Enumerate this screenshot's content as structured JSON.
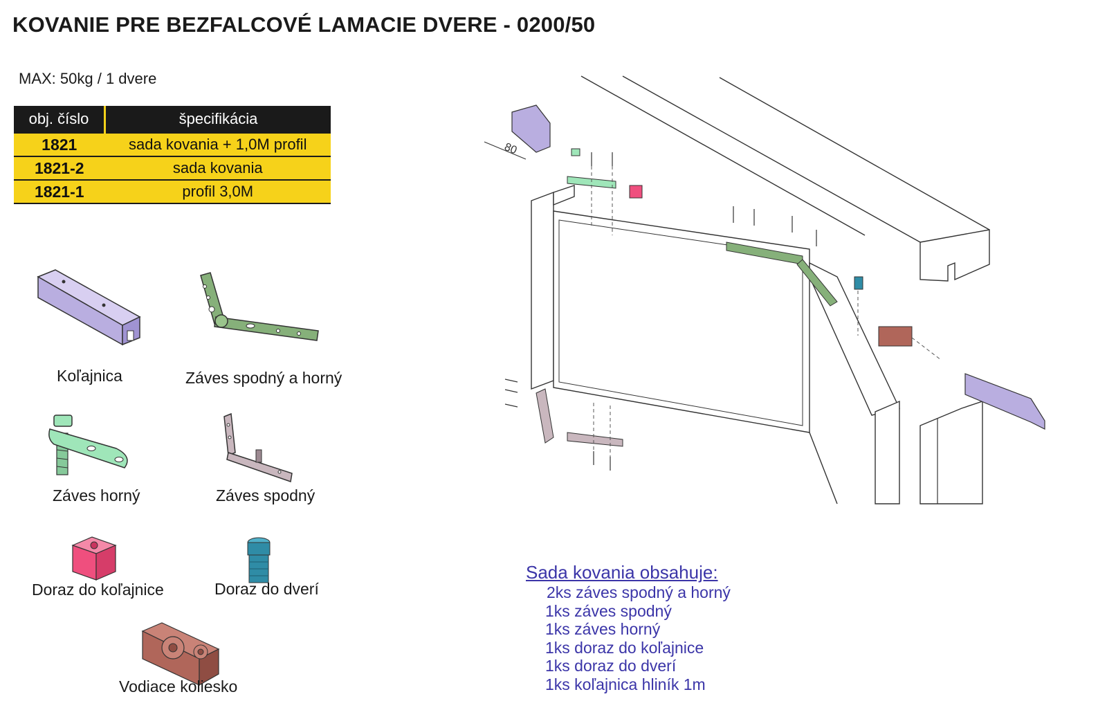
{
  "title": "KOVANIE PRE BEZFALCOVÉ LAMACIE DVERE - 0200/50",
  "max_load": "MAX: 50kg / 1 dvere",
  "table": {
    "headers": [
      "obj. číslo",
      "špecifikácia"
    ],
    "rows": [
      {
        "code": "1821",
        "spec": "sada kovania + 1,0M profil"
      },
      {
        "code": "1821-2",
        "spec": "sada kovania"
      },
      {
        "code": "1821-1",
        "spec": "profil 3,0M"
      }
    ]
  },
  "parts": {
    "rail": "Koľajnica",
    "hinge_bottom_top": "Záves spodný a horný",
    "hinge_top": "Záves horný",
    "hinge_bottom": "Záves spodný",
    "rail_stop": "Doraz do koľajnice",
    "door_stop": "Doraz do dverí",
    "guide_wheel": "Vodiace koliesko"
  },
  "diagram": {
    "dimension_label": "80"
  },
  "contents": {
    "title": "Sada kovania obsahuje:",
    "items": [
      "2ks záves spodný a horný",
      "1ks záves spodný",
      "1ks záves horný",
      "1ks doraz do koľajnice",
      "1ks doraz do dverí",
      "1ks koľajnica hliník 1m"
    ]
  },
  "colors": {
    "table_yellow": "#f6d21a",
    "table_header": "#1a1a1a",
    "rail_purple": "#b9aee0",
    "hinge_green": "#86b07a",
    "hinge_top_mint": "#9fe6b9",
    "hinge_bottom_grey": "#c9b7be",
    "rail_stop_pink": "#ef4f7e",
    "door_stop_teal": "#2f8ca6",
    "wheel_brown": "#b0665a",
    "contents_blue": "#3b35a8"
  }
}
